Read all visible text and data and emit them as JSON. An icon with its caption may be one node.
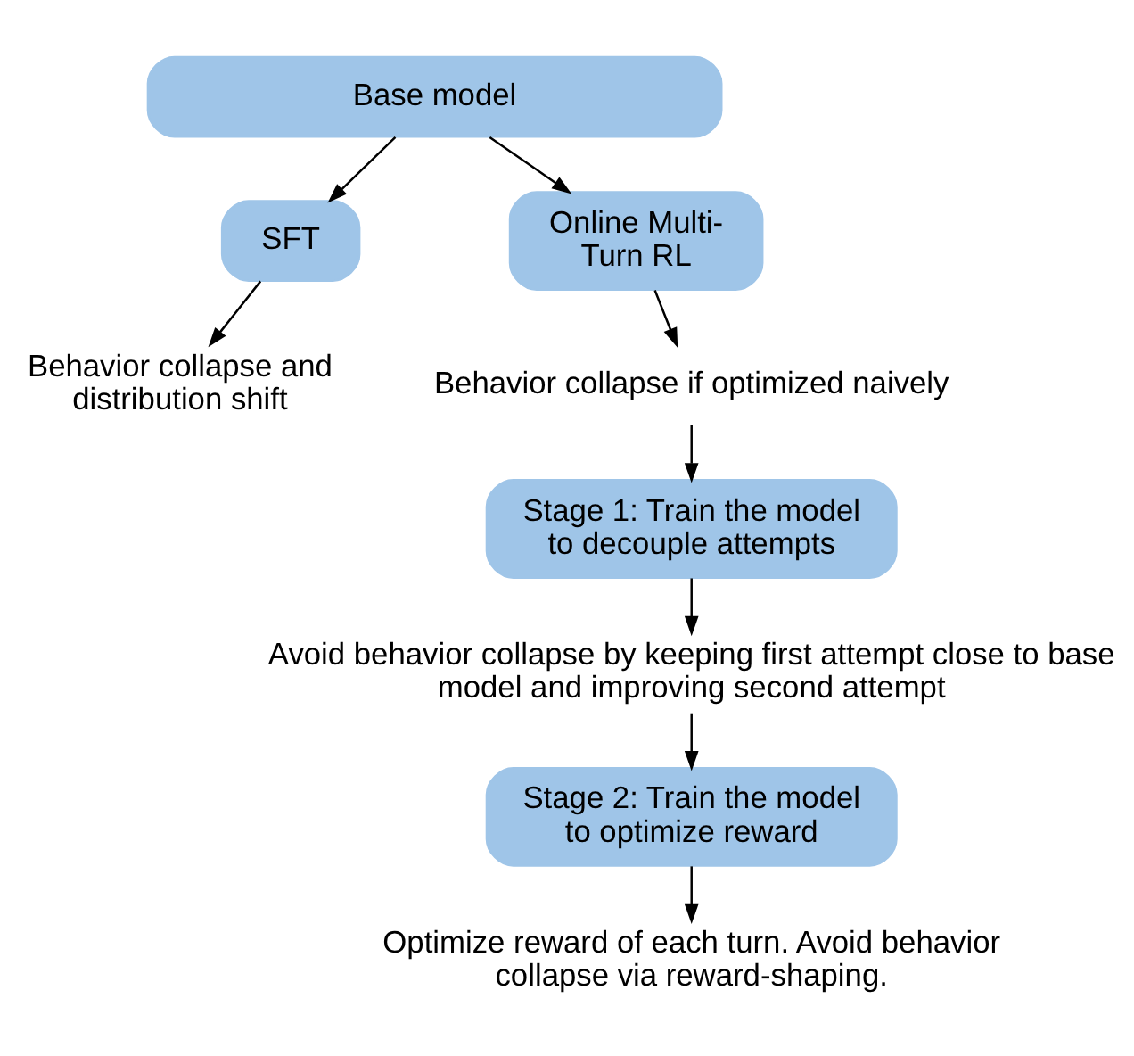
{
  "diagram": {
    "nodes": [
      {
        "text": [
          "Base model"
        ]
      },
      {
        "text": [
          "SFT"
        ]
      },
      {
        "text": [
          "Online Multi-Turn RL"
        ]
      },
      {
        "text": [
          "Behavior collapse and distribution shift"
        ]
      },
      {
        "text": [
          "Behavior collapse if optimized naively"
        ]
      },
      {
        "text": [
          "Stage 1: Train the model to decouple attempts"
        ]
      },
      {
        "text": [
          "Avoid behavior collapse by keeping first attempt close to base model and improving second attempt"
        ]
      },
      {
        "text": [
          "Stage 2: Train the model to optimize reward"
        ]
      },
      {
        "text": [
          "Optimize reward of each turn. Avoid behavior collapse via reward-shaping."
        ]
      }
    ],
    "edges": [
      {
        "from": 0,
        "to": 1,
        "arrow": "to"
      },
      {
        "from": 0,
        "to": 2,
        "arrow": "to"
      },
      {
        "from": 1,
        "to": 3,
        "arrow": "to"
      },
      {
        "from": 2,
        "to": 4,
        "arrow": "to"
      },
      {
        "from": 4,
        "to": 5,
        "arrow": "to"
      },
      {
        "from": 5,
        "to": 6,
        "arrow": "to"
      },
      {
        "from": 6,
        "to": 7,
        "arrow": "to"
      },
      {
        "from": 7,
        "to": 8,
        "arrow": "to"
      }
    ]
  }
}
